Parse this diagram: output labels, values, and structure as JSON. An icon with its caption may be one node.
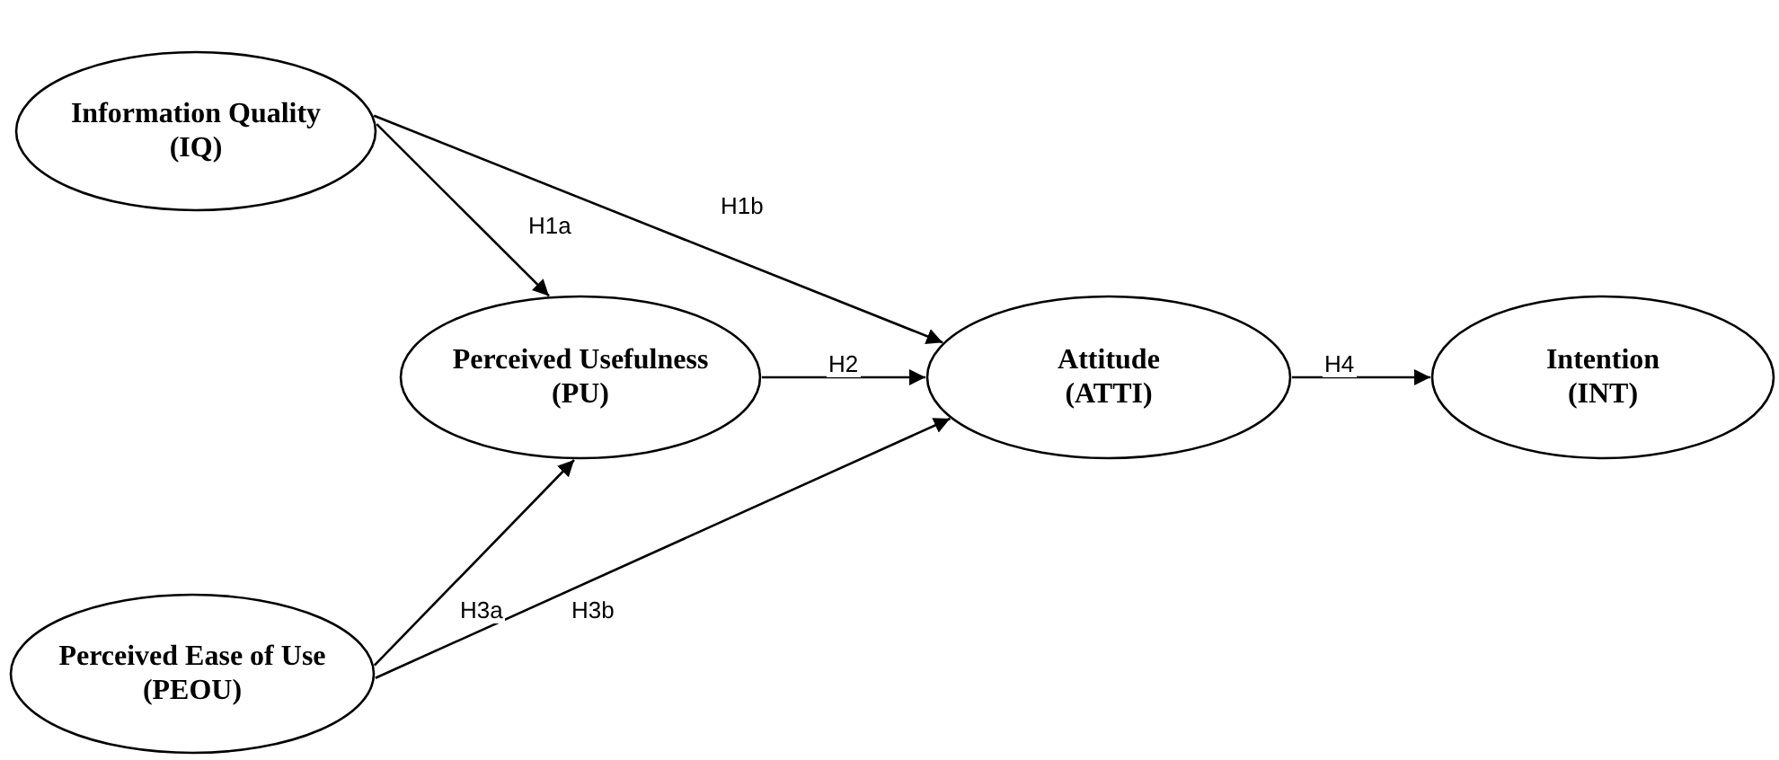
{
  "diagram": {
    "nodes": [
      {
        "text": [
          "Information Quality",
          "(IQ)"
        ]
      },
      {
        "text": [
          "Perceived Usefulness",
          "(PU)"
        ]
      },
      {
        "text": [
          "Attitude",
          "(ATTI)"
        ]
      },
      {
        "text": [
          "Intention",
          "(INT)"
        ]
      },
      {
        "text": [
          "Perceived Ease of Use",
          "(PEOU)"
        ]
      }
    ],
    "edges": [
      {
        "from": 0,
        "to": 1,
        "arrow": "to",
        "label": "H1a"
      },
      {
        "from": 0,
        "to": 2,
        "arrow": "to",
        "label": "H1b"
      },
      {
        "from": 1,
        "to": 2,
        "arrow": "to",
        "label": "H2"
      },
      {
        "from": 4,
        "to": 1,
        "arrow": "to",
        "label": "H3a"
      },
      {
        "from": 4,
        "to": 2,
        "arrow": "to",
        "label": "H3b"
      },
      {
        "from": 2,
        "to": 3,
        "arrow": "to",
        "label": "H4"
      }
    ]
  }
}
